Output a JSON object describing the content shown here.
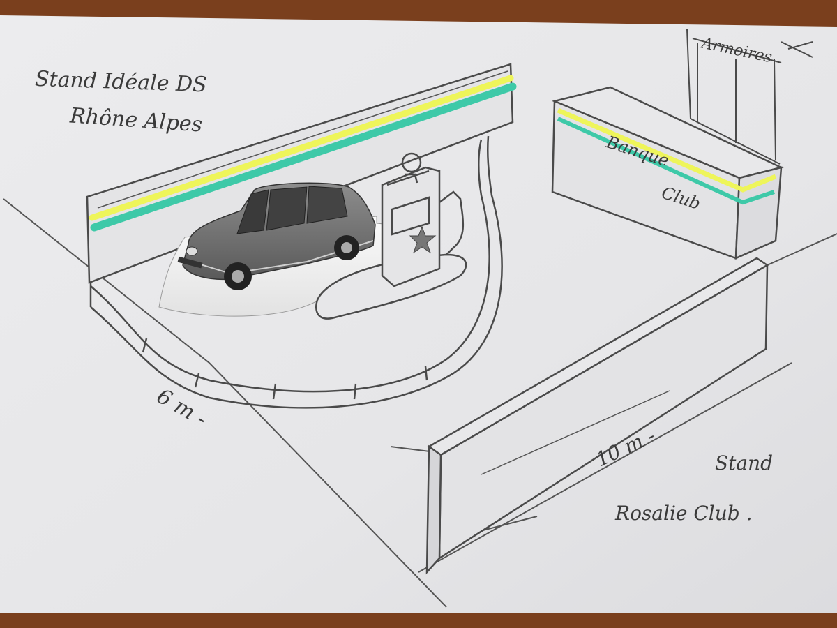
{
  "sketch": {
    "title_line1": "Stand Idéale DS",
    "title_line2": "Rhône Alpes",
    "armoires": "Armoires",
    "banque_line1": "Banque",
    "banque_line2": "Club",
    "dim_width": "6 m -",
    "dim_length": "10 m -",
    "stand2_line1": "Stand",
    "stand2_line2": "Rosalie Club ."
  },
  "colors": {
    "wood_table": "#7a3f1d",
    "paper": "#e9e9eb",
    "pencil": "#4a4a4a",
    "highlighter_yellow": "#eef55a",
    "highlighter_teal": "#3ec9a8"
  }
}
